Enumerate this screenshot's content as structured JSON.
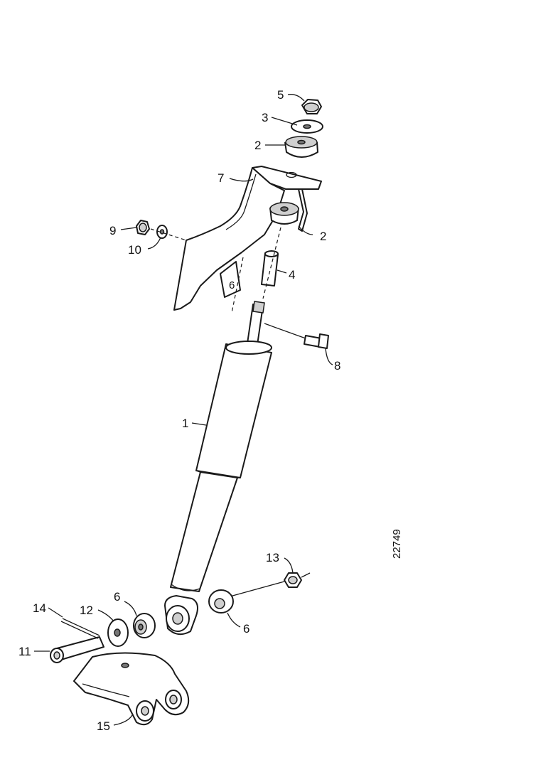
{
  "diagram": {
    "reference_number": "22749",
    "callouts": {
      "c1": "1",
      "c2a": "2",
      "c2b": "2",
      "c3": "3",
      "c4": "4",
      "c5": "5",
      "c6a": "6",
      "c6b": "6",
      "c7": "7",
      "c8": "8",
      "c9": "9",
      "c10": "10",
      "c11": "11",
      "c12": "12",
      "c13": "13",
      "c14": "14",
      "c15": "15"
    }
  }
}
